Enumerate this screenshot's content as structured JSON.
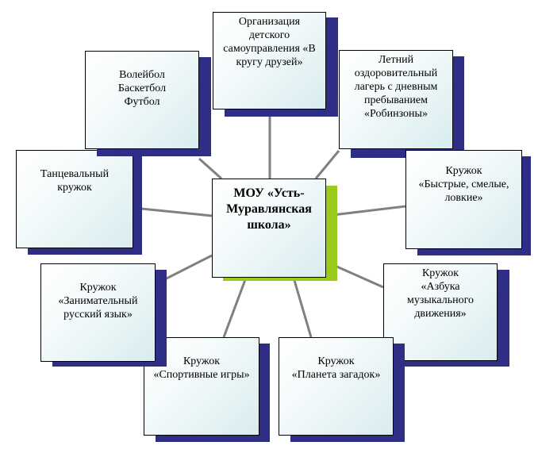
{
  "center": {
    "lines": [
      "МОУ «Усть-",
      "Муравлянская",
      "школа»"
    ],
    "shadow_color": "#9acb1c"
  },
  "nodes": [
    {
      "id": "self-government",
      "lines": [
        "Организация",
        "детского",
        "самоуправления «В",
        "кругу друзей»"
      ]
    },
    {
      "id": "summer-camp",
      "lines": [
        "Летний",
        "оздоровительный",
        "лагерь с дневным",
        "пребыванием",
        "«Робинзоны»"
      ]
    },
    {
      "id": "fast-brave-agile",
      "lines": [
        "Кружок",
        "«Быстрые, смелые,",
        "ловкие»"
      ]
    },
    {
      "id": "music-movement",
      "lines": [
        "Кружок",
        "«Азбука",
        "музыкального",
        "движения»"
      ]
    },
    {
      "id": "puzzle-planet",
      "lines": [
        "Кружок",
        "«Планета загадок»"
      ]
    },
    {
      "id": "sport-games",
      "lines": [
        "Кружок",
        "«Спортивные игры»"
      ]
    },
    {
      "id": "russian-language",
      "lines": [
        "Кружок",
        "«Занимательный",
        "русский язык»"
      ]
    },
    {
      "id": "dance",
      "lines": [
        "Танцевальный",
        "кружок"
      ]
    },
    {
      "id": "ball-sports",
      "lines": [
        "Волейбол",
        "Баскетбол",
        "Футбол"
      ]
    }
  ],
  "colors": {
    "node_shadow": "#2e2e86",
    "center_shadow": "#9acb1c",
    "connector": "#808080",
    "box_gradient_end": "#d8ecef"
  }
}
